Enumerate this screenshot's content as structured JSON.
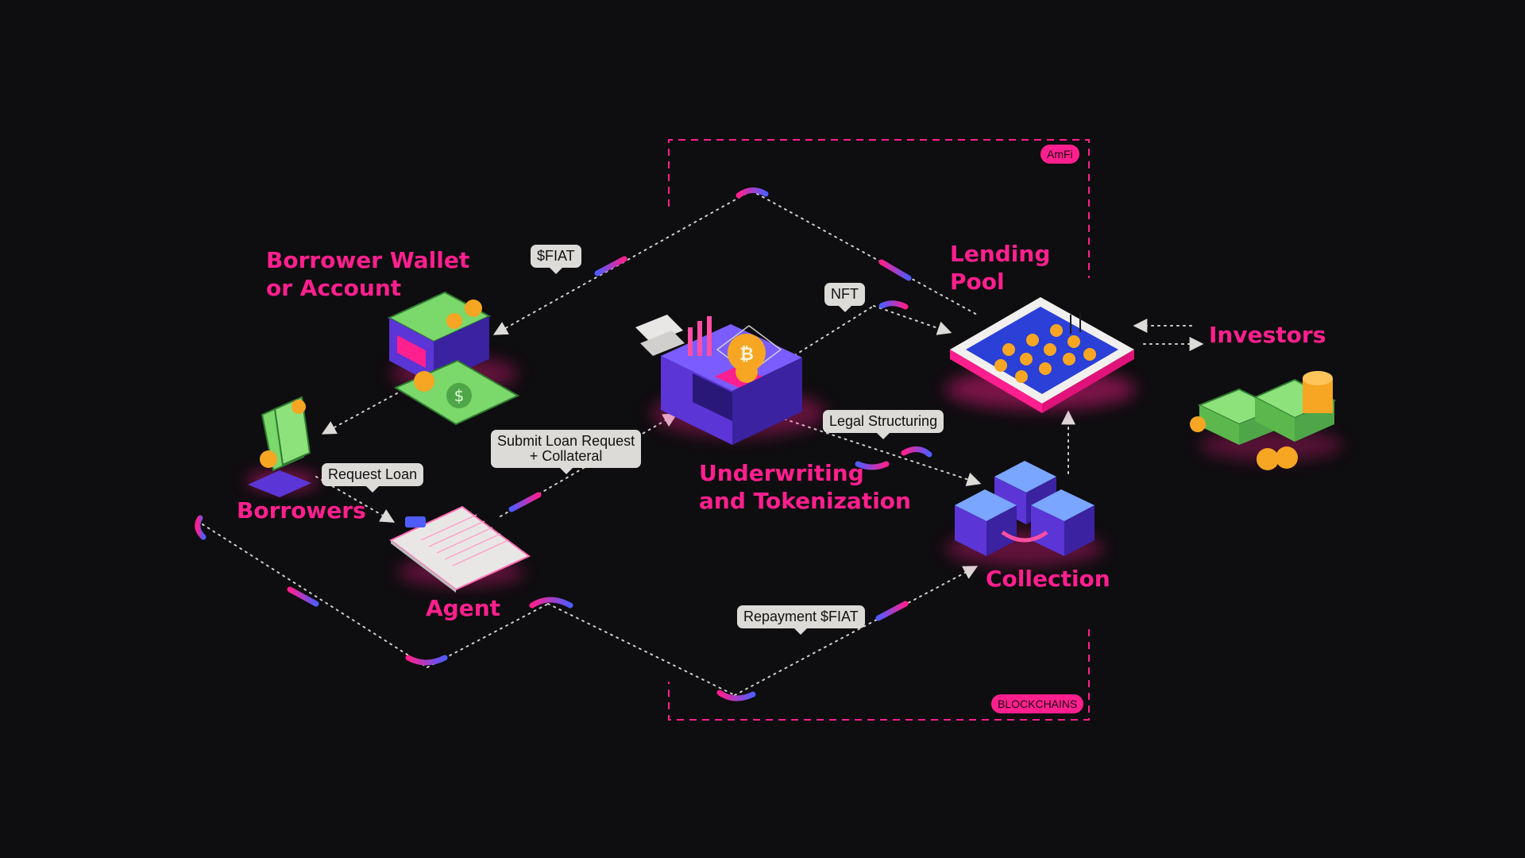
{
  "colors": {
    "background": "#0e0d0f",
    "accent": "#ff1f8e",
    "bubble_bg": "#dcdbd8",
    "arc_start": "#ff1f8e",
    "arc_end": "#4f5bff",
    "iso_purple": "#5b35d6",
    "money_green": "#7bd86a",
    "coin_gold": "#f6a623"
  },
  "tags": {
    "amfi": "AmFi",
    "blockchains": "BLOCKCHAINS"
  },
  "nodes": {
    "borrower_wallet": {
      "line1": "Borrower Wallet",
      "line2": "or Account",
      "icon": "wallet-icon"
    },
    "borrowers": {
      "label": "Borrowers",
      "icon": "cash-stack-icon"
    },
    "agent": {
      "label": "Agent",
      "icon": "clipboard-icon"
    },
    "underwriting": {
      "line1": "Underwriting",
      "line2": "and Tokenization",
      "icon": "tokenization-machine-icon"
    },
    "lending_pool": {
      "line1": "Lending",
      "line2": "Pool",
      "icon": "coin-pool-icon"
    },
    "collection": {
      "label": "Collection",
      "icon": "blockchain-blocks-icon"
    },
    "investors": {
      "label": "Investors",
      "icon": "money-coins-icon"
    }
  },
  "flows": {
    "fiat": "$FIAT",
    "nft": "NFT",
    "submit_line1": "Submit Loan Request",
    "submit_line2": "+ Collateral",
    "request_loan": "Request Loan",
    "legal": "Legal Structuring",
    "repayment": "Repayment $FIAT"
  }
}
